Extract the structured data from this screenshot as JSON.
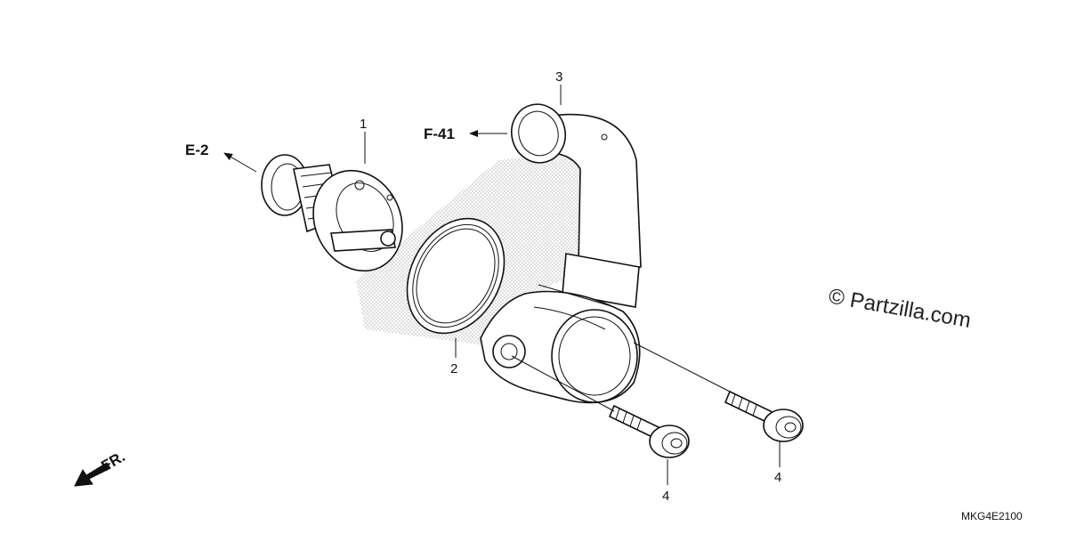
{
  "callouts": {
    "c1": "1",
    "c2": "2",
    "c3": "3",
    "c4a": "4",
    "c4b": "4"
  },
  "references": {
    "e2": "E-2",
    "f41": "F-41",
    "front": "FR."
  },
  "watermark": "© Partzilla.com",
  "diagram_code": "MKG4E2100",
  "icons": [
    "direction-arrow-icon",
    "front-arrow-icon"
  ]
}
